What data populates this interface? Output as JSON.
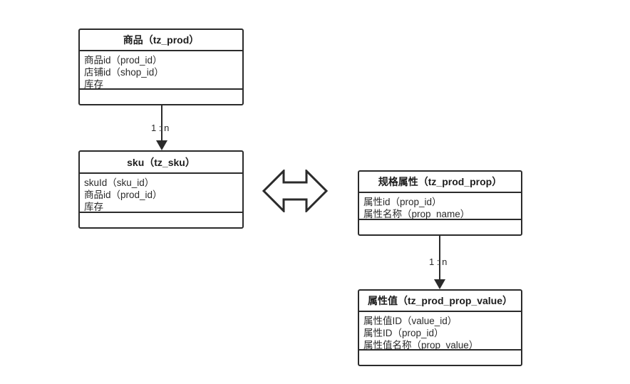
{
  "diagram": {
    "title": "",
    "colors": {
      "stroke": "#2b2b2b",
      "text": "#2a2a2a",
      "background": "#ffffff"
    },
    "entities": [
      {
        "id": "tz_prod",
        "title": "商品（tz_prod）",
        "attributes": [
          "商品id（prod_id）",
          "店铺id（shop_id）",
          "库存"
        ]
      },
      {
        "id": "tz_sku",
        "title": "sku（tz_sku）",
        "attributes": [
          "skuId（sku_id）",
          "商品id（prod_id）",
          "库存"
        ]
      },
      {
        "id": "tz_prod_prop",
        "title": "规格属性（tz_prod_prop）",
        "attributes": [
          "属性id（prop_id）",
          "属性名称（prop_name）"
        ]
      },
      {
        "id": "tz_prod_prop_value",
        "title": "属性值（tz_prod_prop_value）",
        "attributes": [
          "属性值ID（value_id）",
          "属性ID（prop_id）",
          "属性值名称（prop_value）"
        ]
      }
    ],
    "relationships": [
      {
        "id": "prod-to-sku",
        "from": "tz_prod",
        "to": "tz_sku",
        "label": "1 : n"
      },
      {
        "id": "prop-to-prop-value",
        "from": "tz_prod_prop",
        "to": "tz_prod_prop_value",
        "label": "1 : n"
      }
    ],
    "connectors": [
      {
        "id": "sku-prop-bidirectional",
        "icon": "double-arrow-icon",
        "between": [
          "tz_sku",
          "tz_prod_prop"
        ]
      }
    ]
  }
}
